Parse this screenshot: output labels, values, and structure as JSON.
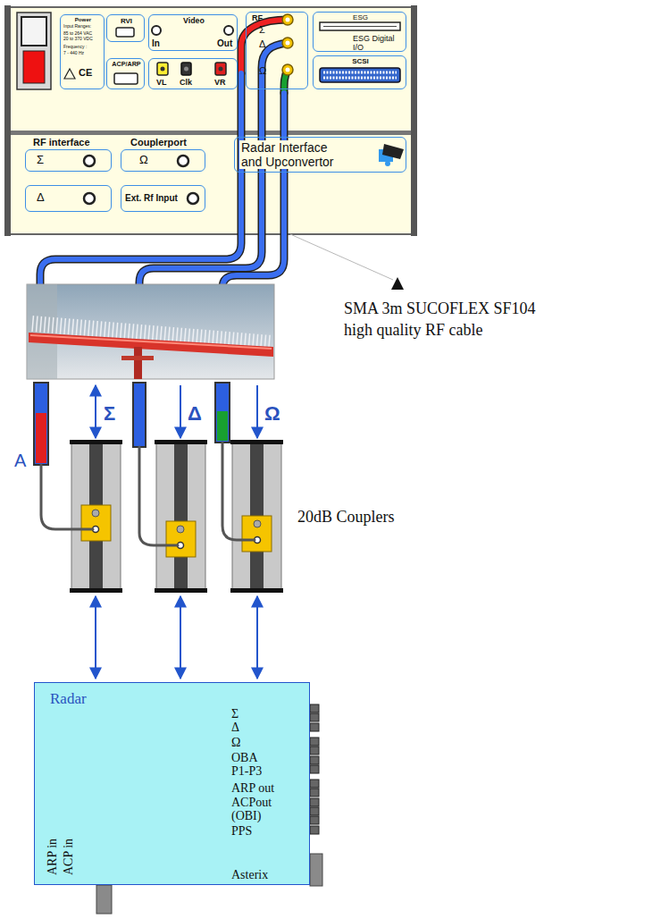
{
  "diagram": {
    "nodes": [
      {
        "text": [
          "Power",
          "Input Ranges:",
          "85 to 264 VAC",
          "20 to 370 VDC",
          "Frequency :",
          "7 - 440 Hz",
          "CE"
        ]
      },
      {
        "text": [
          "RVI"
        ]
      },
      {
        "text": [
          "Video",
          "In",
          "Out"
        ]
      },
      {
        "text": [
          "ACP/ARP"
        ]
      },
      {
        "text": [
          "VL",
          "Clk",
          "VR"
        ]
      },
      {
        "text": [
          "RF",
          "Σ",
          "Δ",
          "Ω"
        ]
      },
      {
        "text": [
          "ESG",
          "ESG Digital I/O"
        ]
      },
      {
        "text": [
          "SCSI"
        ]
      },
      {
        "text": [
          "RF interface",
          "Σ"
        ]
      },
      {
        "text": [
          "Couplerport",
          "Ω"
        ]
      },
      {
        "text": [
          "Δ"
        ]
      },
      {
        "text": [
          "Ext. Rf Input"
        ]
      },
      {
        "text": [
          "Radar Interface and Upconvertor"
        ]
      },
      {
        "text": [
          "Radar",
          "Σ",
          "Δ",
          "Ω",
          "OBA",
          "P1-P3",
          "ARP out",
          "ACPout",
          "(OBI)",
          "PPS",
          "Asterix",
          "ARP in",
          "ACP in"
        ]
      }
    ],
    "labels": [
      "SMA 3m SUCOFLEX SF104 high quality RF cable",
      "20dB Couplers",
      "A",
      "Σ",
      "Δ",
      "Ω"
    ]
  }
}
